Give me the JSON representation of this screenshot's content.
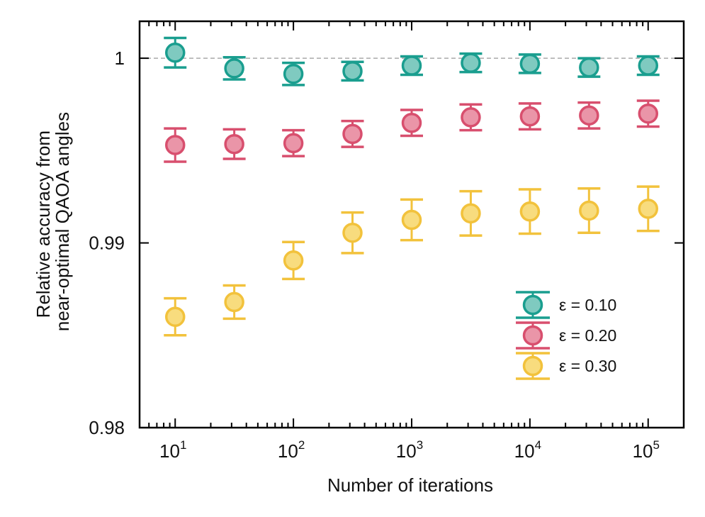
{
  "chart_data": {
    "type": "scatter",
    "xlabel": "Number of iterations",
    "ylabel": [
      "Relative accuracy from",
      "near-optimal QAOA angles"
    ],
    "x_scale": "log",
    "xlim": [
      5,
      200000
    ],
    "ylim": [
      0.98,
      1.002
    ],
    "x_ticks": [
      {
        "value": 10,
        "base": "10",
        "exp": "1"
      },
      {
        "value": 100,
        "base": "10",
        "exp": "2"
      },
      {
        "value": 1000,
        "base": "10",
        "exp": "3"
      },
      {
        "value": 10000,
        "base": "10",
        "exp": "4"
      },
      {
        "value": 100000,
        "base": "10",
        "exp": "5"
      }
    ],
    "y_ticks": [
      {
        "value": 0.98,
        "label": "0.98"
      },
      {
        "value": 0.99,
        "label": "0.99"
      },
      {
        "value": 1.0,
        "label": "1"
      }
    ],
    "reference_line": {
      "y": 1.0,
      "style": "dashed",
      "color": "#aaaaaa"
    },
    "legend_position": "lower-right",
    "x": [
      10,
      31.6,
      100,
      316,
      1000,
      3162,
      10000,
      31623,
      100000
    ],
    "series": [
      {
        "name": "ε = 0.10",
        "color": "#1a9e8f",
        "fill": "#7fcac0",
        "y": [
          1.0003,
          0.99945,
          0.99915,
          0.9993,
          0.9996,
          0.99975,
          0.9997,
          0.9995,
          0.9996
        ],
        "err": [
          0.0008,
          0.0006,
          0.0006,
          0.0005,
          0.0005,
          0.0005,
          0.0005,
          0.0005,
          0.0005
        ]
      },
      {
        "name": "ε = 0.20",
        "color": "#d84f6e",
        "fill": "#ea95a8",
        "y": [
          0.9953,
          0.99535,
          0.9954,
          0.9959,
          0.9965,
          0.9968,
          0.99685,
          0.9969,
          0.997
        ],
        "err": [
          0.0009,
          0.0008,
          0.0007,
          0.0007,
          0.0007,
          0.0007,
          0.0007,
          0.0007,
          0.0007
        ]
      },
      {
        "name": "ε = 0.30",
        "color": "#f2c23c",
        "fill": "#f8dc7e",
        "y": [
          0.986,
          0.9868,
          0.98905,
          0.99055,
          0.99125,
          0.9916,
          0.9917,
          0.99175,
          0.99185
        ],
        "err": [
          0.001,
          0.0009,
          0.001,
          0.0011,
          0.0011,
          0.0012,
          0.0012,
          0.0012,
          0.0012
        ]
      }
    ]
  }
}
